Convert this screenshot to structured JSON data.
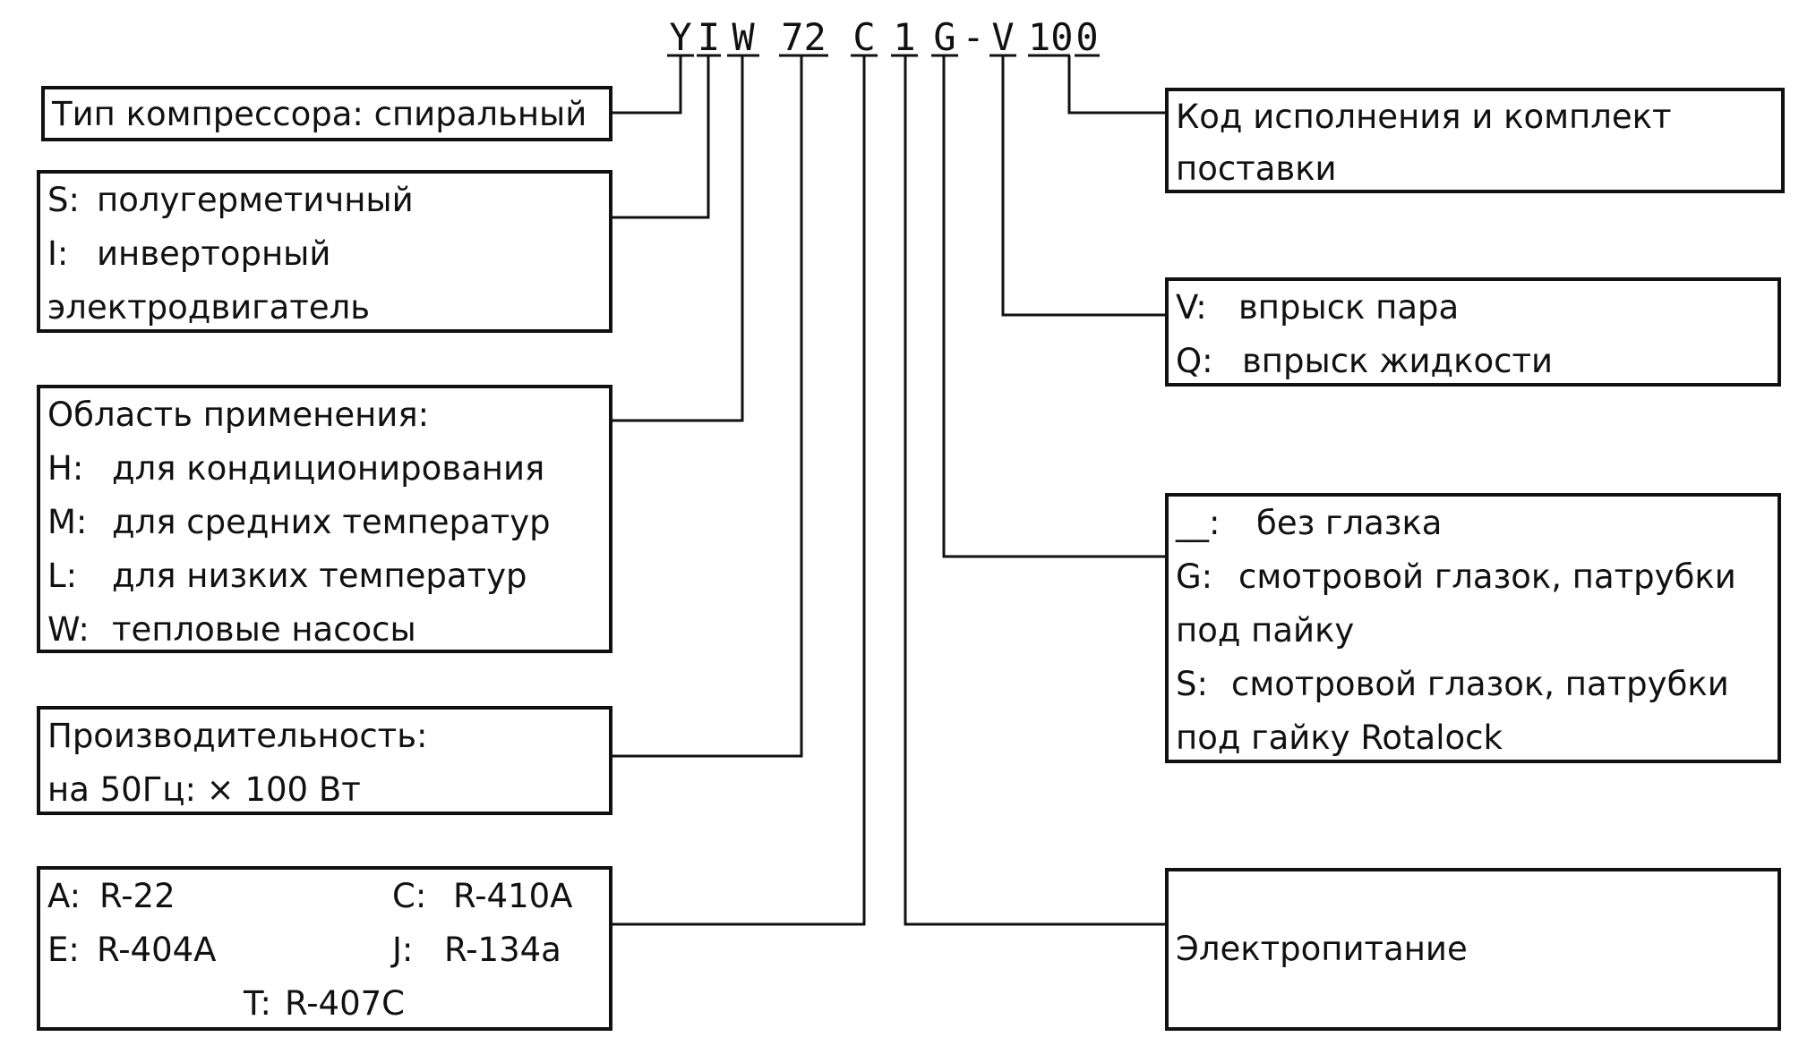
{
  "code": {
    "chars": [
      "Y",
      "I",
      "W",
      "72",
      "C",
      "1",
      "G",
      "-",
      "V",
      "10",
      "0"
    ]
  },
  "boxes": {
    "compressor_type": {
      "text": "Тип компрессора: спиральный"
    },
    "motor": {
      "lines": [
        {
          "code": "S:",
          "desc": "полугерметичный"
        },
        {
          "code": "I:",
          "desc": "инверторный"
        },
        {
          "code": "",
          "desc": "электродвигатель"
        }
      ]
    },
    "application": {
      "title": "Область применения:",
      "lines": [
        {
          "code": "H:",
          "desc": "для кондиционирования"
        },
        {
          "code": "M:",
          "desc": "для средних температур"
        },
        {
          "code": "L:",
          "desc": "для низких температур"
        },
        {
          "code": "W:",
          "desc": "тепловые насосы"
        }
      ]
    },
    "capacity": {
      "title": "Производительность:",
      "line": "на 50Гц: × 100 Вт"
    },
    "refrigerant": {
      "items": [
        {
          "code": "A:",
          "value": "R-22"
        },
        {
          "code": "C:",
          "value": "R-410A"
        },
        {
          "code": "E:",
          "value": "R-404A"
        },
        {
          "code": "J:",
          "value": "R-134a"
        },
        {
          "code": "T:",
          "value": "R-407C"
        }
      ]
    },
    "version": {
      "lines": [
        "Код исполнения и комплект",
        "поставки"
      ]
    },
    "injection": {
      "lines": [
        {
          "code": "V:",
          "desc": "впрыск пара"
        },
        {
          "code": "Q:",
          "desc": "впрыск жидкости"
        }
      ]
    },
    "sightglass": {
      "lines": [
        {
          "code": "__:",
          "desc": "без глазка"
        },
        {
          "code": "G:",
          "desc": "смотровой глазок, патрубки"
        },
        {
          "code": "",
          "desc": "под пайку"
        },
        {
          "code": "S:",
          "desc": "смотровой глазок, патрубки"
        },
        {
          "code": "",
          "desc": "под гайку Rotalock"
        }
      ]
    },
    "power": {
      "text": "Электропитание"
    }
  }
}
